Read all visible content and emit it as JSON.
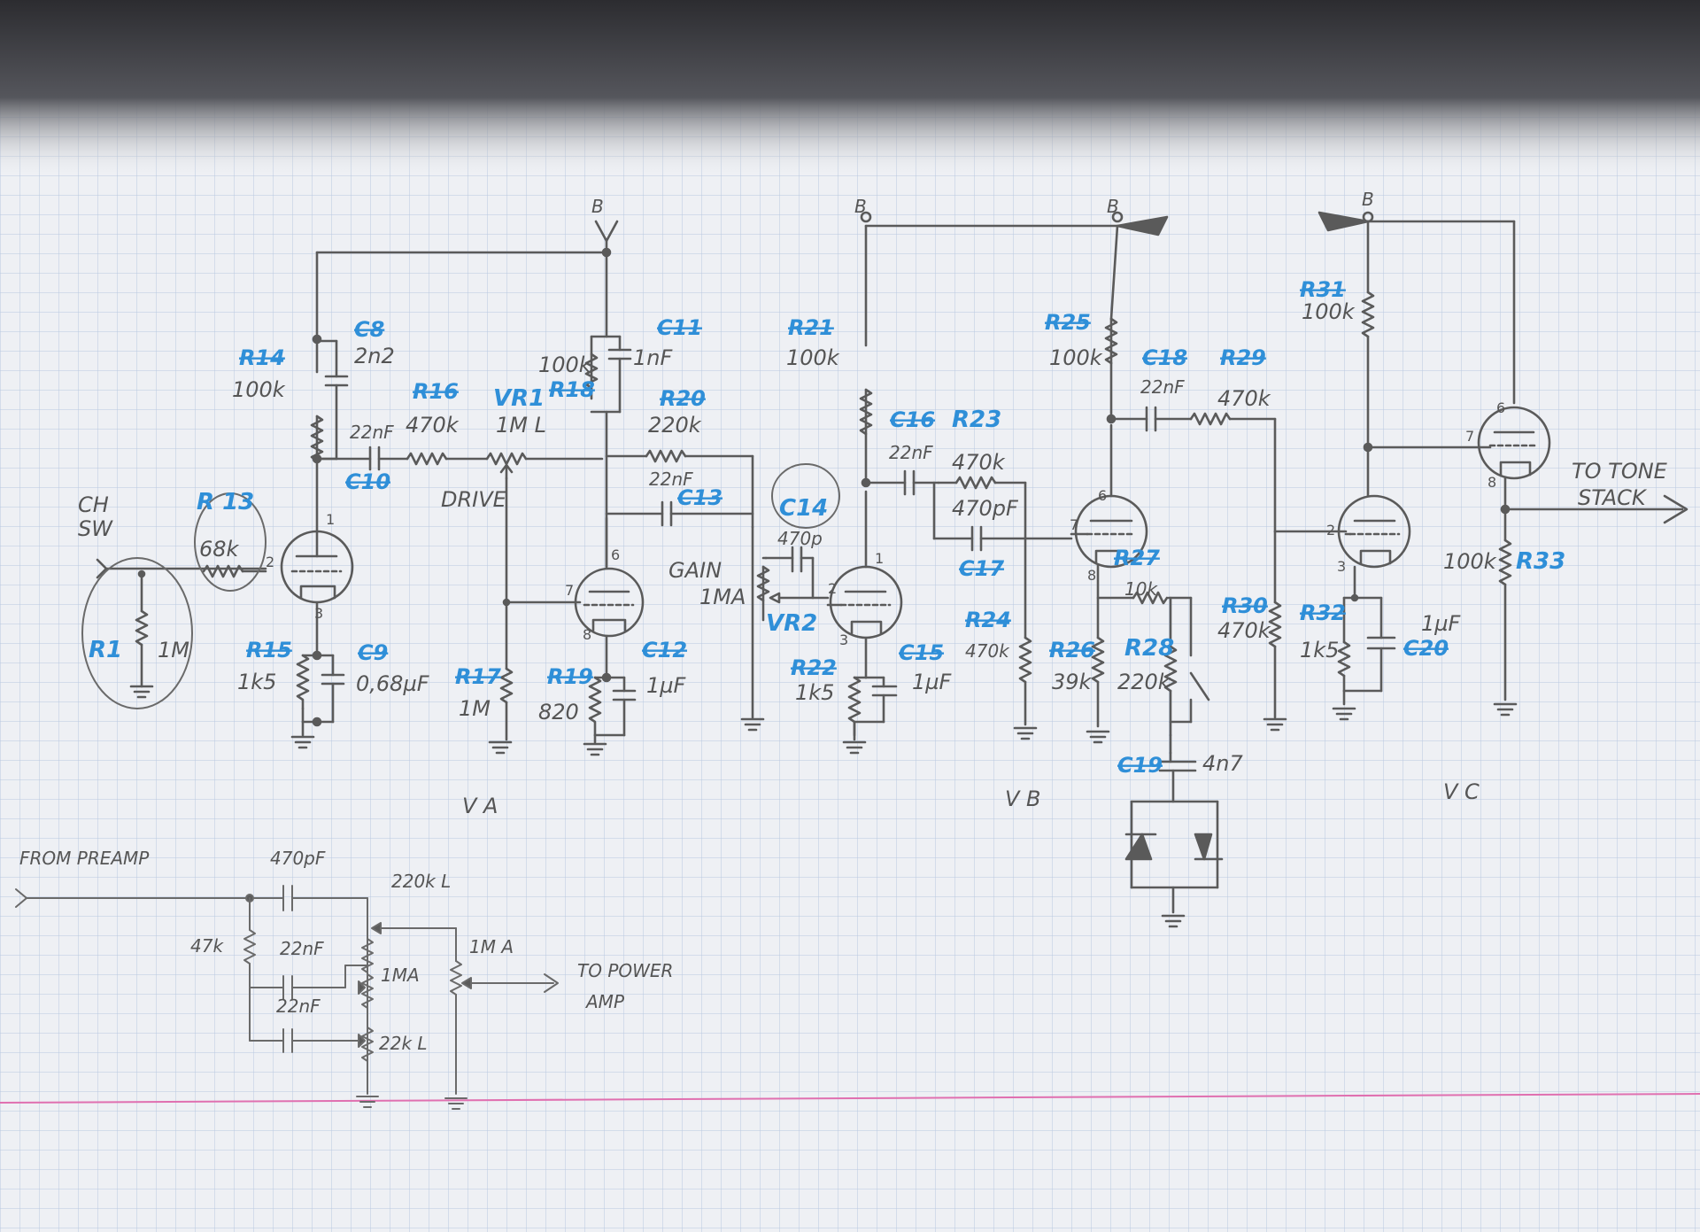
{
  "labels": {
    "r1": "R1",
    "r1_val": "1M",
    "r13": "R 13",
    "r13_val": "68k",
    "r14": "R14",
    "r14_val": "100k",
    "r15": "R15",
    "r15_val": "1k5",
    "r16": "R16",
    "r16_val": "470k",
    "r17": "R17",
    "r17_val": "1M",
    "r18": "R18",
    "r18_val": "100k",
    "r19": "R19",
    "r19_val": "820",
    "r20": "R20",
    "r20_val": "220k",
    "r21": "R21",
    "r21_val": "100k",
    "r22": "R22",
    "r22_val": "1k5",
    "r23": "R23",
    "r23_val": "470k",
    "r24": "R24",
    "r24_val": "470k",
    "r25": "R25",
    "r25_val": "100k",
    "r26": "R26",
    "r26_val": "39k",
    "r27": "R27",
    "r27_val": "10k",
    "r28": "R28",
    "r28_val": "220k",
    "r29": "R29",
    "r29_val": "470k",
    "r30": "R30",
    "r30_val": "470k",
    "r31": "R31",
    "r31_val": "100k",
    "r32": "R32",
    "r32_val": "1k5",
    "r33": "R33",
    "r33_val": "100k",
    "c8": "C8",
    "c8_val": "2n2",
    "c9": "C9",
    "c9_val": "0,68µF",
    "c10": "C10",
    "c10_val": "22nF",
    "c11": "C11",
    "c11_val": "1nF",
    "c12": "C12",
    "c12_val": "1µF",
    "c13": "C13",
    "c13_val": "22nF",
    "c14": "C14",
    "c14_val": "470p",
    "c15": "C15",
    "c15_val": "1µF",
    "c16": "C16",
    "c16_val": "22nF",
    "c17": "C17",
    "c17_val": "470pF",
    "c18": "C18",
    "c18_val": "22nF",
    "c19": "C19",
    "c19_val": "4n7",
    "c20": "C20",
    "c20_val": "1µF",
    "vr1": "VR1",
    "vr1_val": "1M L",
    "vr2": "VR2",
    "drive": "DRIVE",
    "gain": "GAIN",
    "gain_val": "1MA",
    "ch_sw_1": "CH",
    "ch_sw_2": "SW",
    "b": "B",
    "to_tone_1": "TO TONE",
    "to_tone_2": "STACK",
    "va": "V A",
    "vb": "V B",
    "vc": "V C",
    "from_preamp": "FROM PREAMP",
    "out_c1": "470pF",
    "out_pot_top": "220k L",
    "out_r": "47k",
    "out_c2": "22nF",
    "out_c3": "22nF",
    "out_pot_1ma": "1MA",
    "out_pot_22k": "22k L",
    "out_vol": "1M A",
    "to_power_1": "TO POWER",
    "to_power_2": "AMP",
    "pin_1": "1",
    "pin_2": "2",
    "pin_3": "3",
    "pin_6": "6",
    "pin_7": "7",
    "pin_8": "8"
  },
  "colors": {
    "paper": "#eef0f4",
    "grid": "#b8c8e0",
    "pencil": "#5a5a5a",
    "ink_blue": "#2f8fd8",
    "margin_line": "#e070b0",
    "shadow_top": "#3a3a3e"
  }
}
